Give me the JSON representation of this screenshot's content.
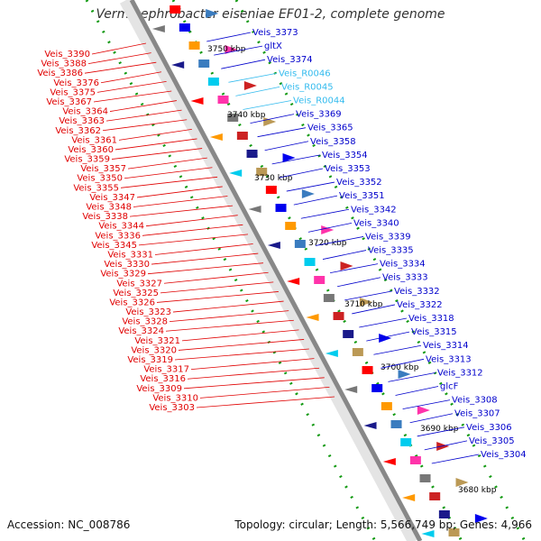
{
  "title": "Verminephrobacter eiseniae EF01-2, complete genome",
  "footer": {
    "accession": "Accession: NC_008786",
    "stats": "Topology: circular; Length: 5,566,749 bp; Genes: 4,966"
  },
  "colors": {
    "left_labels": "#e00000",
    "right_labels": "#0000cc",
    "rna_labels": "#33bbee",
    "backbone": "#888888",
    "ticks": "#119911"
  },
  "kbp_ticks": [
    "3750 kbp",
    "3740 kbp",
    "3730 kbp",
    "3720 kbp",
    "3710 kbp",
    "3700 kbp",
    "3690 kbp",
    "3680 kbp"
  ],
  "left_labels": [
    "Veis_3390",
    "Veis_3388",
    "Veis_3386",
    "Veis_3376",
    "Veis_3375",
    "Veis_3367",
    "Veis_3364",
    "Veis_3363",
    "Veis_3362",
    "Veis_3361",
    "Veis_3360",
    "Veis_3359",
    "Veis_3357",
    "Veis_3350",
    "Veis_3355",
    "Veis_3347",
    "Veis_3348",
    "Veis_3338",
    "Veis_3344",
    "Veis_3336",
    "Veis_3345",
    "Veis_3331",
    "Veis_3330",
    "Veis_3329",
    "Veis_3327",
    "Veis_3325",
    "Veis_3326",
    "Veis_3323",
    "Veis_3328",
    "Veis_3324",
    "Veis_3321",
    "Veis_3320",
    "Veis_3319",
    "Veis_3317",
    "Veis_3316",
    "Veis_3309",
    "Veis_3310",
    "Veis_3303"
  ],
  "right_labels": [
    "Veis_3373",
    "gltX",
    "Veis_3374",
    "Veis_R0046",
    "Veis_R0045",
    "Veis_R0044",
    "Veis_3369",
    "Veis_3365",
    "Veis_3358",
    "Veis_3354",
    "Veis_3353",
    "Veis_3352",
    "Veis_3351",
    "Veis_3342",
    "Veis_3340",
    "Veis_3339",
    "Veis_3335",
    "Veis_3334",
    "Veis_3333",
    "Veis_3332",
    "Veis_3322",
    "Veis_3318",
    "Veis_3315",
    "Veis_3314",
    "Veis_3313",
    "Veis_3312",
    "glcF",
    "Veis_3308",
    "Veis_3307",
    "Veis_3306",
    "Veis_3305",
    "Veis_3304"
  ]
}
